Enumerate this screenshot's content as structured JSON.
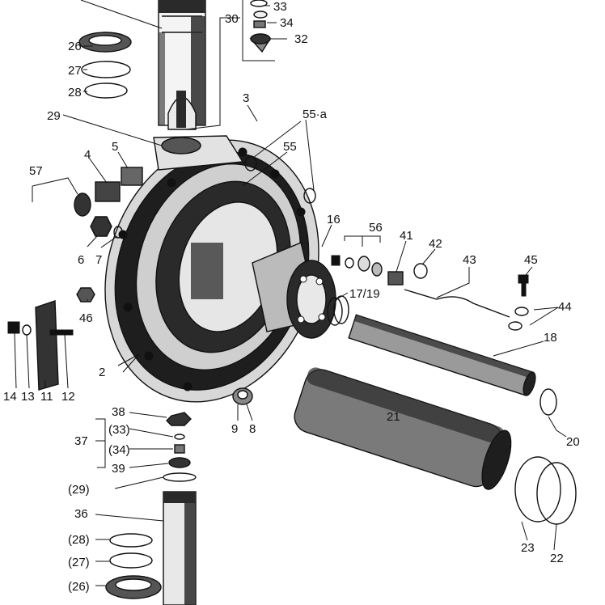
{
  "labels": {
    "l3": "3",
    "l4": "4",
    "l5": "5",
    "l6": "6",
    "l7": "7",
    "l8": "8",
    "l9": "9",
    "l2": "2",
    "l11": "11",
    "l12": "12",
    "l13": "13",
    "l14": "14",
    "l16": "16",
    "l17_19": "17/19",
    "l18": "18",
    "l20": "20",
    "l21": "21",
    "l22": "22",
    "l23": "23",
    "l26": "26",
    "l26p": "(26)",
    "l27": "27",
    "l27p": "(27)",
    "l28": "28",
    "l28p": "(28)",
    "l29": "29",
    "l29p": "(29)",
    "l30": "30",
    "l32": "32",
    "l33": "33",
    "l33p": "(33)",
    "l34": "34",
    "l34p": "(34)",
    "l36": "36",
    "l37": "37",
    "l38": "38",
    "l39": "39",
    "l41": "41",
    "l42": "42",
    "l43": "43",
    "l44": "44",
    "l45": "45",
    "l46": "46",
    "l55": "55",
    "l55a": "55·a",
    "l56": "56",
    "l57": "57"
  }
}
